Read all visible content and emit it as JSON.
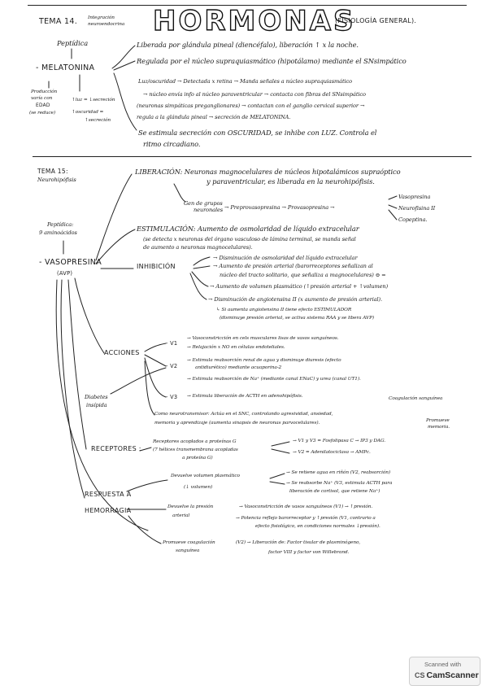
{
  "header": {
    "tema": "TEMA 14.",
    "tema_sub_1": "Integración",
    "tema_sub_2": "neuroendocrina",
    "title": "HORMONAS",
    "subtitle": "(FISIOLOGÍA GENERAL)."
  },
  "melatonina": {
    "type_label": "Peptídica",
    "name": "- MELATONINA",
    "lines": [
      "Liberada por glándula pineal (diencéfalo), liberación ↑ x la noche.",
      "Regulada por el núcleo supraquiasmático (hipotálamo) mediante el SNsimpático",
      "Luz/oscuridad → Detectada x retina → Manda señales a núcleo supraquiasmático",
      "→ núcleo envía info al núcleo paraventricular → contacta con fibras del SNsimpático",
      "(neuronas simpáticas preganglionares) → contactan con el ganglio cervical superior →",
      "regula a la glándula pineal → secreción de MELATONINA.",
      "Se estimula secreción con OSCURIDAD, se inhibe con LUZ. Controla el",
      "ritmo circadiano."
    ],
    "side_1": "Producción",
    "side_2": "varía con",
    "side_3": "EDAD",
    "side_4": "(se reduce)",
    "luz_1": "↑luz = ↓secreción",
    "luz_2": "↑oscuridad =",
    "luz_3": "↑secreción"
  },
  "vasopresina": {
    "tema": "TEMA 15:",
    "tema_sub": "Neurohipófisis",
    "type_label_1": "Peptídica:",
    "type_label_2": "9 aminoácidos",
    "name": "- VASOPRESINA",
    "abbr": "(AVP)",
    "liberacion_1": "LIBERACIÓN: Neuronas magnocelulares de núcleos hipotalámicos supraóptico",
    "liberacion_2": "y paraventricular, es liberada en la neurohipófisis.",
    "gen_1": "Gen de grupos",
    "gen_2": "neuronales",
    "chain": "→ Preprovasopresina → Provasopresina →",
    "products": [
      "Vasopresina",
      "Neurofisina II",
      "Copeptina."
    ],
    "estim_1": "ESTIMULACIÓN: Aumento de osmolaridad de líquido extracelular",
    "estim_2": "(se detecta x neuronas del órgano vasculoso de lámina terminal, se manda señal",
    "estim_3": "de aumento a neuronas magnocelulares).",
    "inhib_label": "INHIBICIÓN",
    "inhib": [
      "→ Disminución de osmolaridad del líquido extracelular",
      "→ Aumento de presión arterial (barorreceptores señalizan al",
      "núcleo del tracto solitario, que señaliza a magnocelulares) ⊖ =",
      "→ Aumento de volumen plasmático (↑presión arterial + ↑volumen)",
      "→ Disminución de angiotensina II (x aumento de presión arterial).",
      "↳ Si aumenta angiotensina II tiene efecto ESTIMULADOR",
      "(disminuye presión arterial, se activa sistema RAA y se libera AVP)"
    ],
    "acciones_label": "ACCIONES",
    "v1_label": "- V1",
    "v1": [
      "→ Vasoconstricción en cels musculares lisas de vasos sanguíneos.",
      "→ Relajación x NO en células endoteliales."
    ],
    "v2_label": "- V2",
    "v2": [
      "→ Estimula reabsorción renal de agua y disminuye diuresis (efecto",
      "antidiurético) mediante acuaporina-2",
      "→ Estimula reabsorción de Na⁺ (mediante canal ENaC) y urea (canal UT1)."
    ],
    "v3_label": "- V3",
    "v3": "→ Estimula liberación de ACTH en adenohipófisis.",
    "coag": "Coagulación sanguínea",
    "diabetes_1": "Diabetes",
    "diabetes_2": "insípida",
    "neuro_1": "Como neurotransmisor: Actúa en el SNC, controlando agresividad, ansiedad,",
    "neuro_2": "memoria y aprendizaje (aumenta sinapsis de neuronas parvocelulares).",
    "neuro_note_1": "Promueve",
    "neuro_note_2": "memoria.",
    "recept_label": "RECEPTORES :",
    "recept_1": "Receptores acoplados a proteínas G",
    "recept_2": "(7 hélices transmembrana acopladas",
    "recept_3": "a proteína G)",
    "recept_4": "→ V1 y V3 = Fosfolipasa C → IP3 y DAG.",
    "recept_5": "→ V2 = Adenilatociclasa → AMPc.",
    "resp_1": "RESPUESTA A",
    "resp_2": "HEMORRAGIA",
    "vol_1": "Devuelve volumen plasmático",
    "vol_2": "(↓ volumen)",
    "vol_3": "→ Se retiene agua en riñón (V2, reabsorción)",
    "vol_4": "→ Se reabsorbe Na⁺ (V3, estimula ACTH para",
    "vol_5": "liberación de cortisol, que retiene Na⁺)",
    "pres_1": "Devuelve la presión",
    "pres_2": "arterial",
    "pres_3": "→ Vasoconstricción de vasos sanguíneos (V1) → ↑presión.",
    "pres_4": "→ Potencia reflejo barorreceptor y ↑presión (V1, contrario a",
    "pres_5": "efecto fisiológico, en condiciones normales ↓presión).",
    "coag_1": "Promueve coagulación",
    "coag_2": "sanguínea",
    "coag_3": "(V2) → Liberación de: Factor tisular de plasminógeno,",
    "coag_4": "factor VIII y factor von Willebrand."
  },
  "scanner": {
    "line1": "Scanned with",
    "icon": "CS",
    "line2": "CamScanner"
  }
}
